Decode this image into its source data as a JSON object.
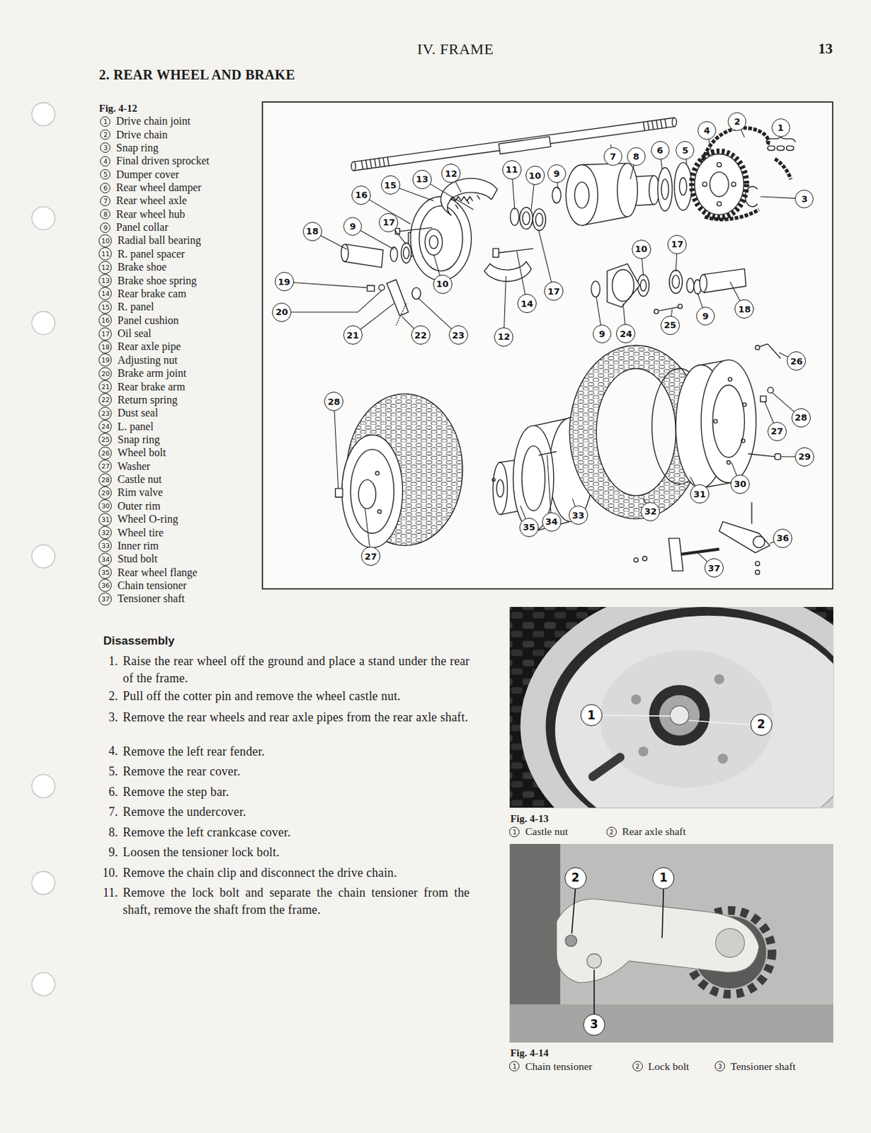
{
  "diagram": {
    "title": "2. REAR WHEEL AND BRAKE",
    "nodes": [
      {
        "text": [
          "1",
          "Drive chain joint"
        ]
      },
      {
        "text": [
          "2",
          "Drive chain"
        ]
      },
      {
        "text": [
          "3",
          "Snap ring"
        ]
      },
      {
        "text": [
          "4",
          "Final driven sprocket"
        ]
      },
      {
        "text": [
          "5",
          "Dumper cover"
        ]
      },
      {
        "text": [
          "6",
          "Rear wheel damper"
        ]
      },
      {
        "text": [
          "7",
          "Rear wheel axle"
        ]
      },
      {
        "text": [
          "8",
          "Rear wheel hub"
        ]
      },
      {
        "text": [
          "9",
          "Panel collar"
        ]
      },
      {
        "text": [
          "10",
          "Radial ball bearing"
        ]
      },
      {
        "text": [
          "11",
          "R. panel spacer"
        ]
      },
      {
        "text": [
          "12",
          "Brake shoe"
        ]
      },
      {
        "text": [
          "13",
          "Brake shoe spring"
        ]
      },
      {
        "text": [
          "14",
          "Rear brake cam"
        ]
      },
      {
        "text": [
          "15",
          "R. panel"
        ]
      },
      {
        "text": [
          "16",
          "Panel cushion"
        ]
      },
      {
        "text": [
          "17",
          "Oil seal"
        ]
      },
      {
        "text": [
          "18",
          "Rear axle pipe"
        ]
      },
      {
        "text": [
          "19",
          "Adjusting nut"
        ]
      },
      {
        "text": [
          "20",
          "Brake arm joint"
        ]
      },
      {
        "text": [
          "21",
          "Rear brake arm"
        ]
      },
      {
        "text": [
          "22",
          "Return spring"
        ]
      },
      {
        "text": [
          "23",
          "Dust seal"
        ]
      },
      {
        "text": [
          "24",
          "L. panel"
        ]
      },
      {
        "text": [
          "25",
          "Snap ring"
        ]
      },
      {
        "text": [
          "26",
          "Wheel bolt"
        ]
      },
      {
        "text": [
          "27",
          "Washer"
        ]
      },
      {
        "text": [
          "28",
          "Castle nut"
        ]
      },
      {
        "text": [
          "29",
          "Rim valve"
        ]
      },
      {
        "text": [
          "30",
          "Outer rim"
        ]
      },
      {
        "text": [
          "31",
          "Wheel O-ring"
        ]
      },
      {
        "text": [
          "32",
          "Wheel tire"
        ]
      },
      {
        "text": [
          "33",
          "Inner rim"
        ]
      },
      {
        "text": [
          "34",
          "Stud bolt"
        ]
      },
      {
        "text": [
          "35",
          "Rear wheel flange"
        ]
      },
      {
        "text": [
          "36",
          "Chain tensioner"
        ]
      },
      {
        "text": [
          "37",
          "Tensioner shaft"
        ]
      },
      {
        "text": [
          "1"
        ]
      },
      {
        "text": [
          "2"
        ]
      },
      {
        "text": [
          "4"
        ]
      },
      {
        "text": [
          "5"
        ]
      },
      {
        "text": [
          "6"
        ]
      },
      {
        "text": [
          "8"
        ]
      },
      {
        "text": [
          "7"
        ]
      },
      {
        "text": [
          "9"
        ]
      },
      {
        "text": [
          "10"
        ]
      },
      {
        "text": [
          "11"
        ]
      },
      {
        "text": [
          "12"
        ]
      },
      {
        "text": [
          "13"
        ]
      },
      {
        "text": [
          "15"
        ]
      },
      {
        "text": [
          "16"
        ]
      },
      {
        "text": [
          "3"
        ]
      },
      {
        "text": [
          "18"
        ]
      },
      {
        "text": [
          "9"
        ]
      },
      {
        "text": [
          "17"
        ]
      },
      {
        "text": [
          "10"
        ]
      },
      {
        "text": [
          "17"
        ]
      },
      {
        "text": [
          "19"
        ]
      },
      {
        "text": [
          "10"
        ]
      },
      {
        "text": [
          "17"
        ]
      },
      {
        "text": [
          "14"
        ]
      },
      {
        "text": [
          "18"
        ]
      },
      {
        "text": [
          "20"
        ]
      },
      {
        "text": [
          "9"
        ]
      },
      {
        "text": [
          "25"
        ]
      },
      {
        "text": [
          "24"
        ]
      },
      {
        "text": [
          "9"
        ]
      },
      {
        "text": [
          "21"
        ]
      },
      {
        "text": [
          "22"
        ]
      },
      {
        "text": [
          "23"
        ]
      },
      {
        "text": [
          "12"
        ]
      },
      {
        "text": [
          "26"
        ]
      },
      {
        "text": [
          "28"
        ]
      },
      {
        "text": [
          "28"
        ]
      },
      {
        "text": [
          "27"
        ]
      },
      {
        "text": [
          "29"
        ]
      },
      {
        "text": [
          "30"
        ]
      },
      {
        "text": [
          "31"
        ]
      },
      {
        "text": [
          "32"
        ]
      },
      {
        "text": [
          "33"
        ]
      },
      {
        "text": [
          "34"
        ]
      },
      {
        "text": [
          "35"
        ]
      },
      {
        "text": [
          "36"
        ]
      },
      {
        "text": [
          "27"
        ]
      },
      {
        "text": [
          "37"
        ]
      },
      {
        "text": [
          "1"
        ]
      },
      {
        "text": [
          "2"
        ]
      },
      {
        "text": [
          "1",
          "Castle nut"
        ]
      },
      {
        "text": [
          "2",
          "Rear axle shaft"
        ]
      },
      {
        "text": [
          "2"
        ]
      },
      {
        "text": [
          "1"
        ]
      },
      {
        "text": [
          "3"
        ]
      },
      {
        "text": [
          "1",
          "Chain tensioner"
        ]
      },
      {
        "text": [
          "2",
          "Lock bolt"
        ]
      },
      {
        "text": [
          "3",
          "Tensioner shaft"
        ]
      }
    ],
    "labels": [
      "IV. FRAME",
      "13",
      "Fig. 4-12",
      "Disassembly",
      "1.",
      "Raise the rear wheel off the ground and place a stand under the rear of the frame.",
      "2.",
      "Pull off the cotter pin and remove the wheel castle nut.",
      "3.",
      "Remove the rear wheels and rear axle pipes from the rear axle shaft.",
      "4.",
      "Remove the left rear fender.",
      "5.",
      "Remove the rear cover.",
      "6.",
      "Remove the step bar.",
      "7.",
      "Remove the undercover.",
      "8.",
      "Remove the left crankcase cover.",
      "9.",
      "Loosen the tensioner lock bolt.",
      "10.",
      "Remove the chain clip and disconnect the drive chain.",
      "11.",
      "Remove the lock bolt and separate the chain tensioner from the shaft, remove the shaft from the frame.",
      "Fig. 4-13",
      "Fig. 4-14"
    ]
  }
}
